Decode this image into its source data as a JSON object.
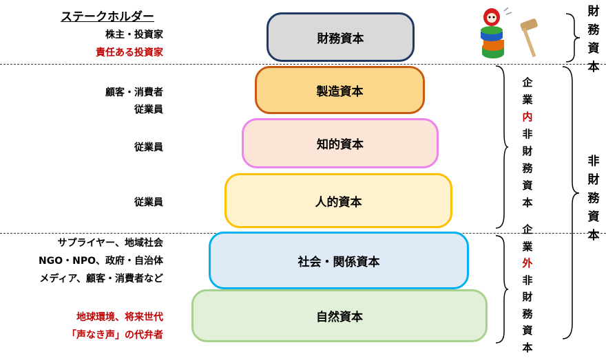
{
  "stakeholders": {
    "heading": "ステークホルダー",
    "financial": [
      "株主・投資家",
      "責任ある投資家"
    ],
    "manufacturing": [
      "顧客・消費者",
      "従業員"
    ],
    "intellectual": "従業員",
    "human": "従業員",
    "social": [
      "サプライヤー、地域社会",
      "NGO・NPO、政府・自治体",
      "メディア、顧客・消費者など"
    ],
    "natural": [
      "地球環境、将来世代",
      "「声なき声」の代弁者"
    ]
  },
  "capitals": {
    "financial": "財務資本",
    "manufacturing": "製造資本",
    "intellectual": "知的資本",
    "human": "人的資本",
    "social": "社会・関係資本",
    "natural": "自然資本"
  },
  "brackets": {
    "internal": [
      "企",
      "業",
      "内",
      "非",
      "財",
      "務",
      "資",
      "本"
    ],
    "external": [
      "企",
      "業",
      "外",
      "非",
      "財",
      "務",
      "資",
      "本"
    ],
    "financial": [
      "財",
      "務",
      "資",
      "本"
    ],
    "non_financial": [
      "非",
      "財",
      "務",
      "資",
      "本"
    ]
  },
  "colors": {
    "highlight": "#c00000",
    "financial_fill": "#d9d9d9",
    "financial_border": "#1f3864",
    "manufacturing_fill": "#fbd78c",
    "manufacturing_border": "#c55a11",
    "intellectual_fill": "#fbe5d6",
    "intellectual_border": "#ee82ee",
    "human_fill": "#fff2cc",
    "human_border": "#ffc000",
    "social_fill": "#deebf7",
    "social_border": "#00b0f0",
    "natural_fill": "#e2efd9",
    "natural_border": "#a9d18e"
  },
  "icons": [
    "daruma-otoshi-icon",
    "wooden-mallet-icon"
  ]
}
